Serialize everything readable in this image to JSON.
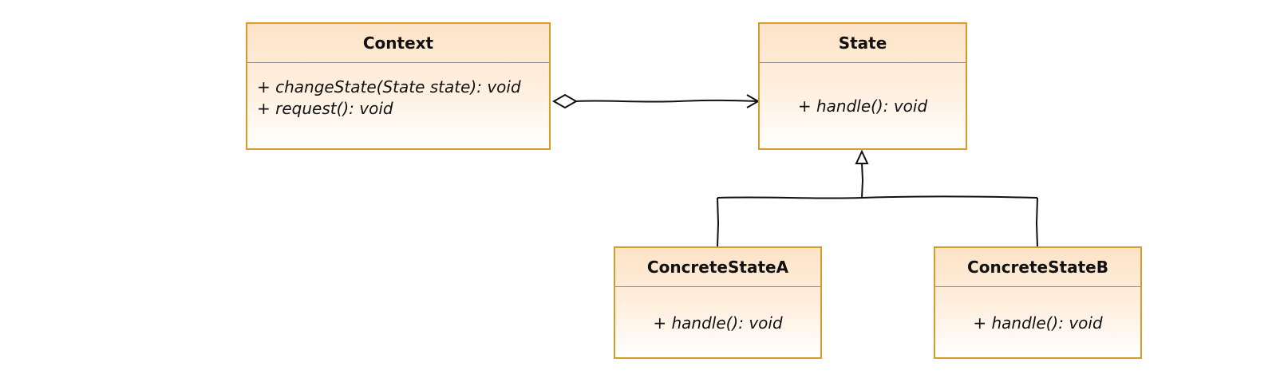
{
  "classes": {
    "context": {
      "name": "Context",
      "members": [
        "+ changeState(State state): void",
        "+ request(): void"
      ]
    },
    "state": {
      "name": "State",
      "members": [
        "+ handle(): void"
      ]
    },
    "concrete_a": {
      "name": "ConcreteStateA",
      "members": [
        "+ handle(): void"
      ]
    },
    "concrete_b": {
      "name": "ConcreteStateB",
      "members": [
        "+ handle(): void"
      ]
    }
  },
  "relations": [
    {
      "type": "aggregation",
      "from": "Context",
      "to": "State"
    },
    {
      "type": "generalization",
      "from": "ConcreteStateA",
      "to": "State"
    },
    {
      "type": "generalization",
      "from": "ConcreteStateB",
      "to": "State"
    }
  ],
  "colors": {
    "box_border": "#d79b2a",
    "box_fill_top": "#fde3c7",
    "divider": "#8c8c8c",
    "line": "#111111"
  }
}
